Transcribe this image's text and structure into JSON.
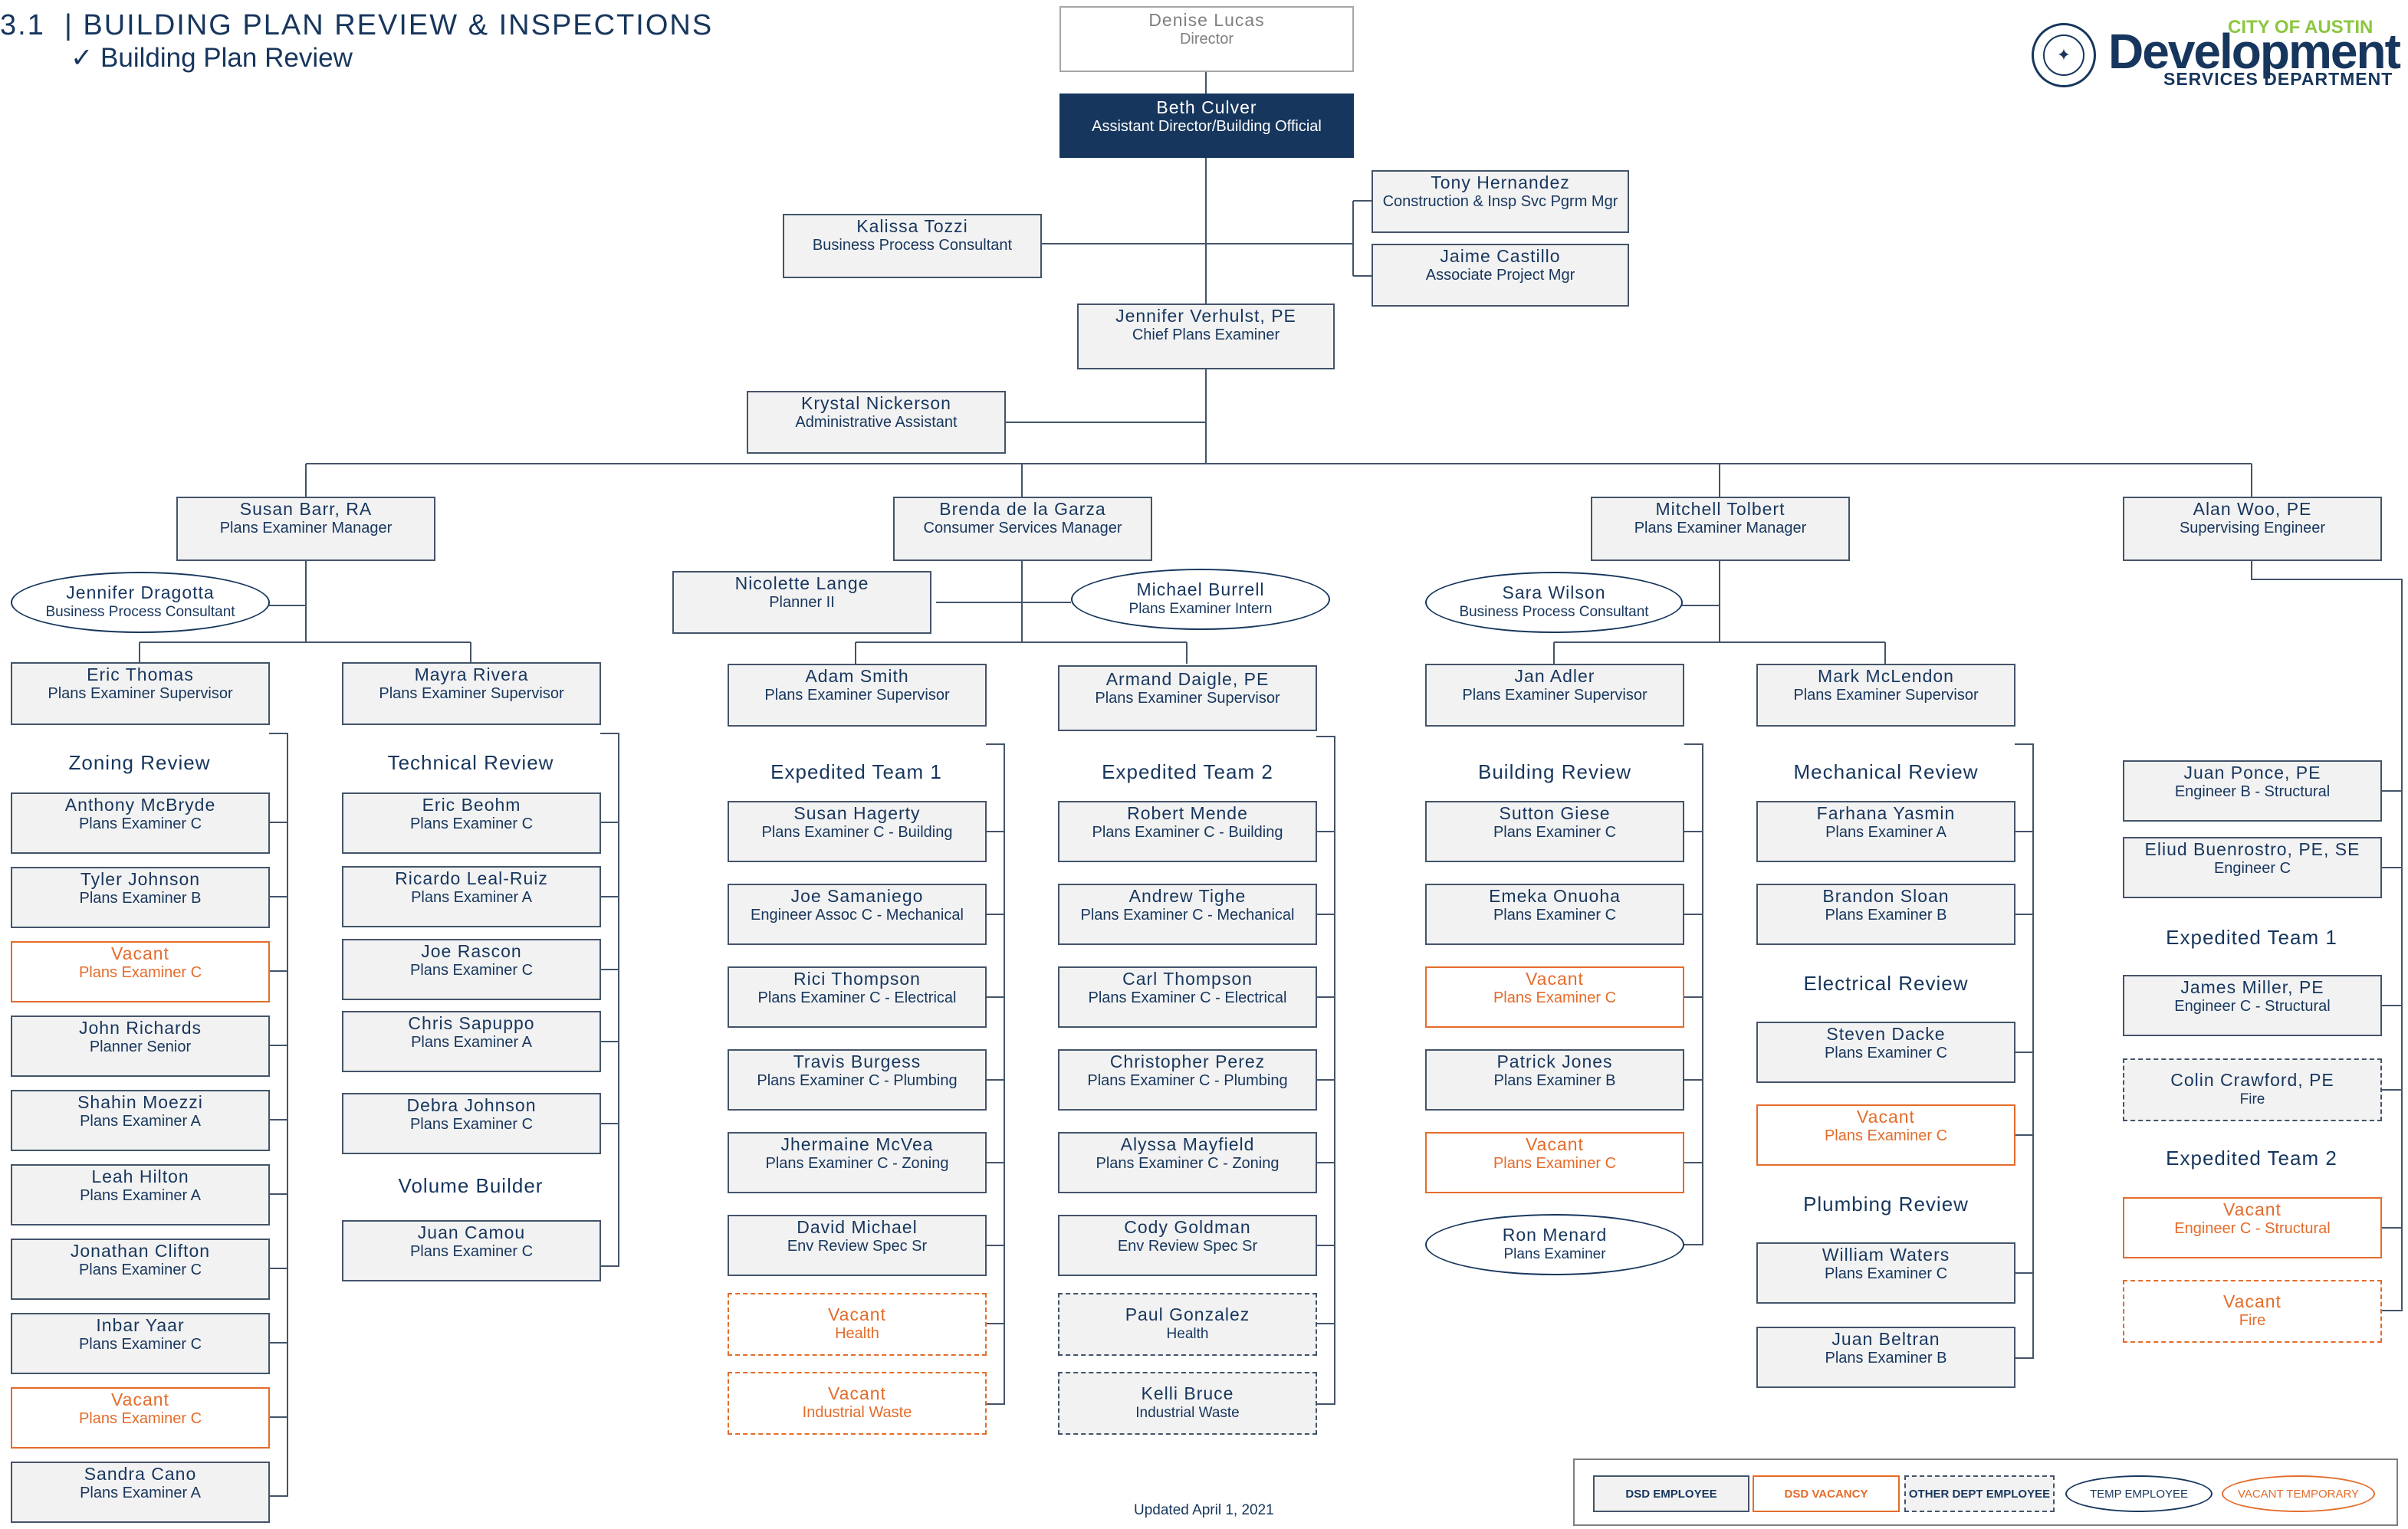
{
  "header": {
    "section": "3.1",
    "title": "BUILDING PLAN REVIEW & INSPECTIONS",
    "subtitle": "✓ Building Plan Review"
  },
  "logo": {
    "city": "CITY OF AUSTIN",
    "main": "Development",
    "services": "SERVICES DEPARTMENT",
    "seal_icon": "city-seal-icon"
  },
  "footer": {
    "updated": "Updated April 1, 2021"
  },
  "colors": {
    "navy": "#17365d",
    "orange": "#e46c2a",
    "line": "#44546a",
    "fill": "#f2f2f2",
    "green": "#8cc63f"
  },
  "legend": {
    "dsd_employee": "DSD EMPLOYEE",
    "dsd_vacancy": "DSD VACANCY",
    "other_dept": "OTHER DEPT EMPLOYEE",
    "temp": "TEMP EMPLOYEE",
    "vacant_temp": "VACANT TEMPORARY"
  },
  "leadership": [
    {
      "name": "Denise Lucas",
      "title": "Director"
    },
    {
      "name": "Beth Culver",
      "title": "Assistant Director/Building Official"
    },
    {
      "name": "Tony Hernandez",
      "title": "Construction & Insp Svc Pgrm Mgr"
    },
    {
      "name": "Jaime Castillo",
      "title": "Associate Project Mgr"
    },
    {
      "name": "Kalissa Tozzi",
      "title": "Business Process Consultant"
    },
    {
      "name": "Jennifer Verhulst, PE",
      "title": "Chief Plans Examiner"
    },
    {
      "name": "Krystal Nickerson",
      "title": "Administrative Assistant"
    }
  ],
  "managers": [
    {
      "name": "Susan Barr, RA",
      "title": "Plans Examiner Manager"
    },
    {
      "name": "Brenda de la Garza",
      "title": "Consumer Services Manager"
    },
    {
      "name": "Mitchell Tolbert",
      "title": "Plans Examiner Manager"
    },
    {
      "name": "Alan Woo, PE",
      "title": "Supervising Engineer"
    }
  ],
  "staff": [
    {
      "name": "Jennifer Dragotta",
      "title": "Business Process Consultant"
    },
    {
      "name": "Nicolette Lange",
      "title": "Planner II"
    },
    {
      "name": "Michael Burrell",
      "title": "Plans Examiner Intern"
    },
    {
      "name": "Sara Wilson",
      "title": "Business Process Consultant"
    }
  ],
  "supervisors": [
    {
      "name": "Eric Thomas",
      "title": "Plans Examiner Supervisor"
    },
    {
      "name": "Mayra Rivera",
      "title": "Plans Examiner Supervisor"
    },
    {
      "name": "Adam Smith",
      "title": "Plans Examiner Supervisor"
    },
    {
      "name": "Armand Daigle, PE",
      "title": "Plans Examiner Supervisor"
    },
    {
      "name": "Jan Adler",
      "title": "Plans Examiner Supervisor"
    },
    {
      "name": "Mark McLendon",
      "title": "Plans Examiner Supervisor"
    }
  ],
  "sections": {
    "zoning": "Zoning Review",
    "technical": "Technical Review",
    "volume": "Volume Builder",
    "exp1": "Expedited Team 1",
    "exp2": "Expedited Team 2",
    "building": "Building Review",
    "mechanical": "Mechanical Review",
    "electrical": "Electrical Review",
    "plumbing": "Plumbing Review",
    "woo_exp1": "Expedited Team 1",
    "woo_exp2": "Expedited Team 2"
  },
  "zoning": [
    {
      "name": "Anthony McBryde",
      "title": "Plans Examiner C"
    },
    {
      "name": "Tyler Johnson",
      "title": "Plans Examiner B"
    },
    {
      "name": "Vacant",
      "title": "Plans Examiner C"
    },
    {
      "name": "John Richards",
      "title": "Planner Senior"
    },
    {
      "name": "Shahin Moezzi",
      "title": "Plans Examiner A"
    },
    {
      "name": "Leah Hilton",
      "title": "Plans Examiner A"
    },
    {
      "name": "Jonathan Clifton",
      "title": "Plans Examiner C"
    },
    {
      "name": "Inbar Yaar",
      "title": "Plans Examiner C"
    },
    {
      "name": "Vacant",
      "title": "Plans Examiner C"
    },
    {
      "name": "Sandra Cano",
      "title": "Plans Examiner A"
    }
  ],
  "technical": [
    {
      "name": "Eric Beohm",
      "title": "Plans Examiner C"
    },
    {
      "name": "Ricardo Leal-Ruiz",
      "title": "Plans Examiner A"
    },
    {
      "name": "Joe Rascon",
      "title": "Plans Examiner C"
    },
    {
      "name": "Chris Sapuppo",
      "title": "Plans Examiner A"
    },
    {
      "name": "Debra Johnson",
      "title": "Plans Examiner C"
    },
    {
      "name": "Juan Camou",
      "title": "Plans Examiner C"
    }
  ],
  "exp1": [
    {
      "name": "Susan Hagerty",
      "title": "Plans Examiner C - Building"
    },
    {
      "name": "Joe Samaniego",
      "title": "Engineer Assoc C - Mechanical"
    },
    {
      "name": "Rici Thompson",
      "title": "Plans Examiner C - Electrical"
    },
    {
      "name": "Travis Burgess",
      "title": "Plans Examiner C - Plumbing"
    },
    {
      "name": "Jhermaine McVea",
      "title": "Plans Examiner C - Zoning"
    },
    {
      "name": "David Michael",
      "title": "Env Review Spec Sr"
    },
    {
      "name": "Vacant",
      "title": "Health"
    },
    {
      "name": "Vacant",
      "title": "Industrial Waste"
    }
  ],
  "exp2": [
    {
      "name": "Robert Mende",
      "title": "Plans Examiner C - Building"
    },
    {
      "name": "Andrew Tighe",
      "title": "Plans Examiner C - Mechanical"
    },
    {
      "name": "Carl Thompson",
      "title": "Plans Examiner C - Electrical"
    },
    {
      "name": "Christopher Perez",
      "title": "Plans Examiner C - Plumbing"
    },
    {
      "name": "Alyssa Mayfield",
      "title": "Plans Examiner C - Zoning"
    },
    {
      "name": "Cody Goldman",
      "title": "Env Review Spec Sr"
    },
    {
      "name": "Paul Gonzalez",
      "title": "Health"
    },
    {
      "name": "Kelli Bruce",
      "title": "Industrial Waste"
    }
  ],
  "building": [
    {
      "name": "Sutton Giese",
      "title": "Plans Examiner C"
    },
    {
      "name": "Emeka Onuoha",
      "title": "Plans Examiner C"
    },
    {
      "name": "Vacant",
      "title": "Plans Examiner C"
    },
    {
      "name": "Patrick Jones",
      "title": "Plans Examiner B"
    },
    {
      "name": "Vacant",
      "title": "Plans Examiner C"
    },
    {
      "name": "Ron Menard",
      "title": "Plans Examiner"
    }
  ],
  "mechanical": [
    {
      "name": "Farhana Yasmin",
      "title": "Plans Examiner A"
    },
    {
      "name": "Brandon Sloan",
      "title": "Plans Examiner B"
    },
    {
      "name": "Steven Dacke",
      "title": "Plans Examiner C"
    },
    {
      "name": "Vacant",
      "title": "Plans Examiner C"
    },
    {
      "name": "William Waters",
      "title": "Plans Examiner C"
    },
    {
      "name": "Juan Beltran",
      "title": "Plans Examiner B"
    }
  ],
  "woo": [
    {
      "name": "Juan Ponce, PE",
      "title": "Engineer B - Structural"
    },
    {
      "name": "Eliud Buenrostro, PE, SE",
      "title": "Engineer C"
    },
    {
      "name": "James Miller, PE",
      "title": "Engineer C - Structural"
    },
    {
      "name": "Colin Crawford, PE",
      "title": "Fire"
    },
    {
      "name": "Vacant",
      "title": "Engineer C - Structural"
    },
    {
      "name": "Vacant",
      "title": "Fire"
    }
  ]
}
